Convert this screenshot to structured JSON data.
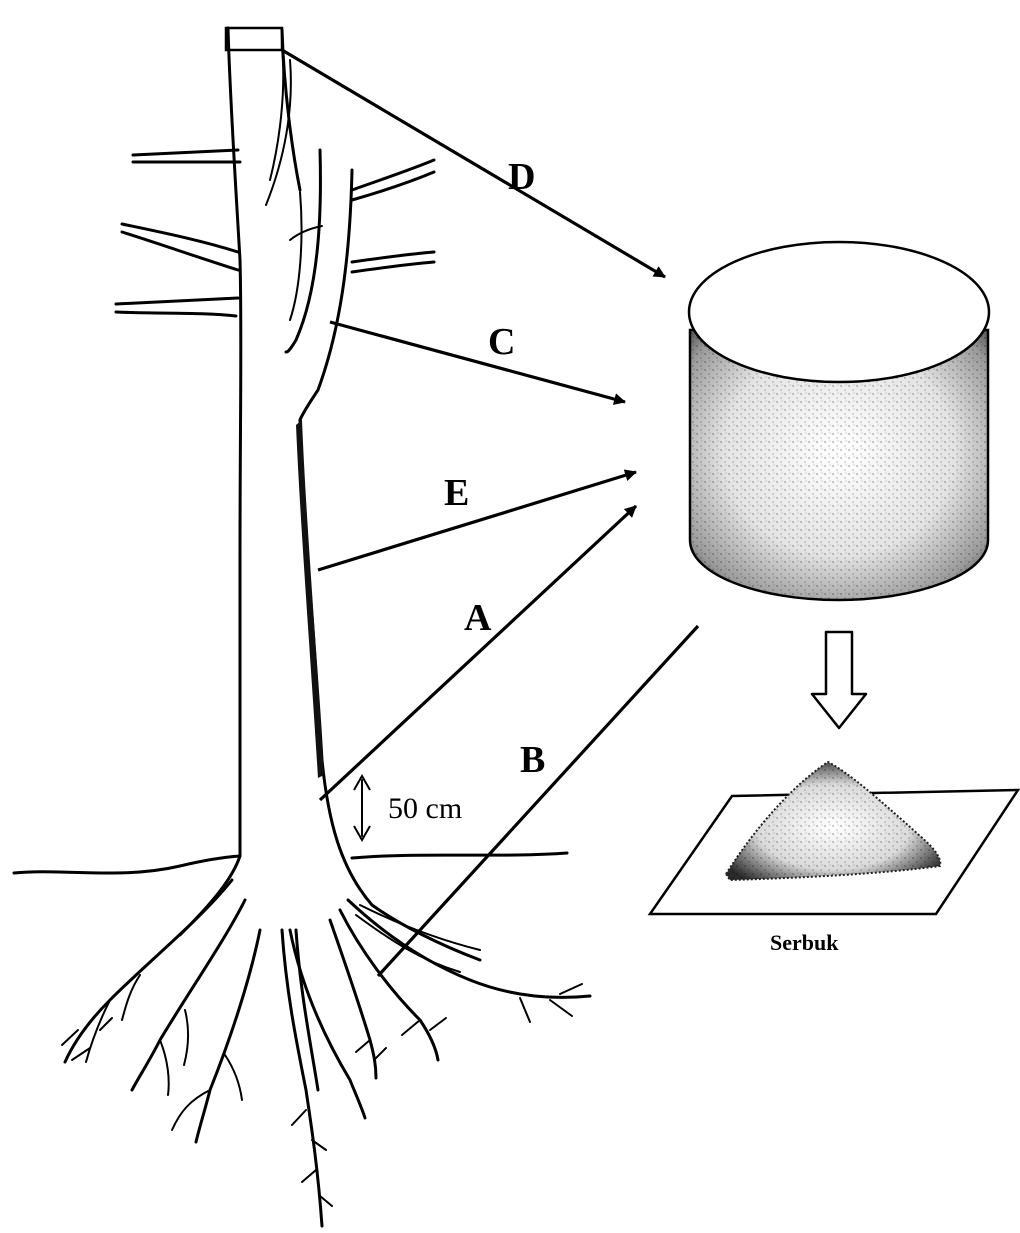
{
  "labels": {
    "a": "A",
    "b": "B",
    "c": "C",
    "d": "D",
    "e": "E",
    "distance": "50 cm",
    "powder": "Serbuk"
  },
  "colors": {
    "ink": "#000000",
    "background": "#ffffff"
  }
}
